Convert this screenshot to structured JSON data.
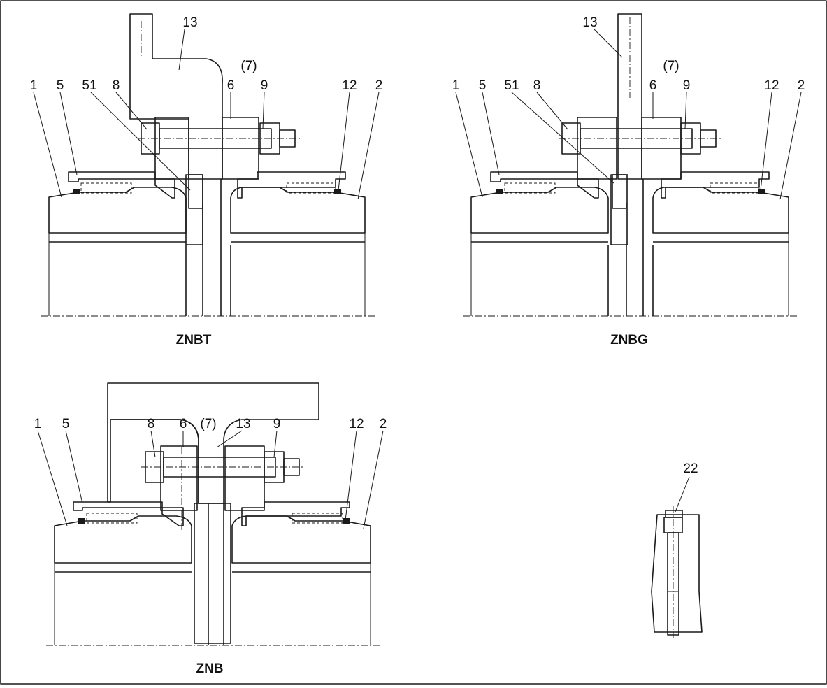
{
  "figures": [
    {
      "caption": "ZNBT",
      "labels": [
        "1",
        "5",
        "51",
        "8",
        "13",
        "(7)",
        "6",
        "9",
        "12",
        "2"
      ]
    },
    {
      "caption": "ZNBG",
      "labels": [
        "1",
        "5",
        "51",
        "8",
        "13",
        "(7)",
        "6",
        "9",
        "12",
        "2"
      ]
    },
    {
      "caption": "ZNB",
      "labels": [
        "1",
        "5",
        "8",
        "6",
        "(7)",
        "13",
        "9",
        "12",
        "2"
      ]
    },
    {
      "caption": "",
      "labels": [
        "22"
      ]
    }
  ]
}
